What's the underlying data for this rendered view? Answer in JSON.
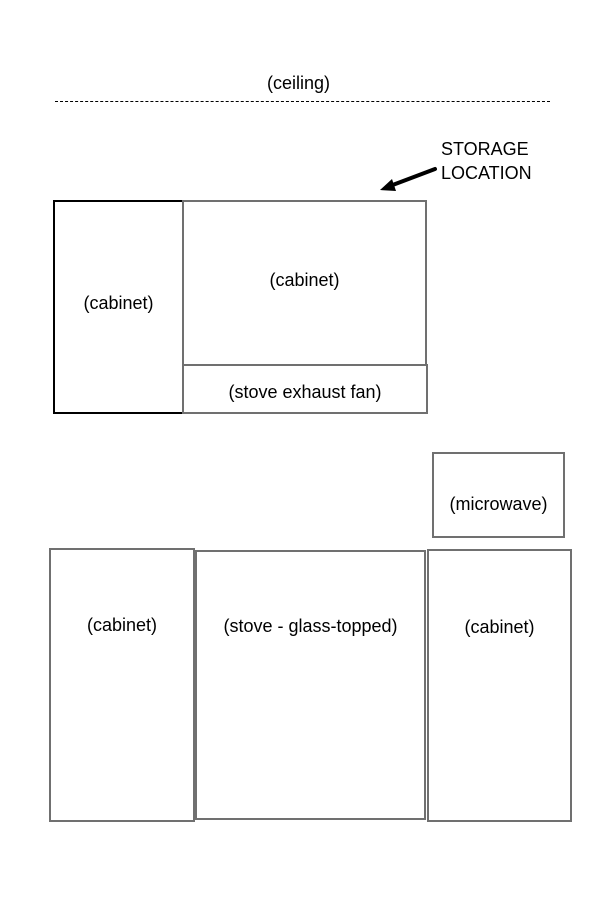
{
  "ceiling": {
    "label": "(ceiling)"
  },
  "storage_callout": {
    "line1": "STORAGE",
    "line2": "LOCATION"
  },
  "upper_left_cabinet": {
    "label": "(cabinet)"
  },
  "upper_right_cabinet": {
    "label": "(cabinet)"
  },
  "exhaust_fan": {
    "label": "(stove exhaust fan)"
  },
  "microwave": {
    "label": "(microwave)"
  },
  "lower_left_cabinet": {
    "label": "(cabinet)"
  },
  "stove": {
    "label": "(stove - glass-topped)"
  },
  "lower_right_cabinet": {
    "label": "(cabinet)"
  }
}
